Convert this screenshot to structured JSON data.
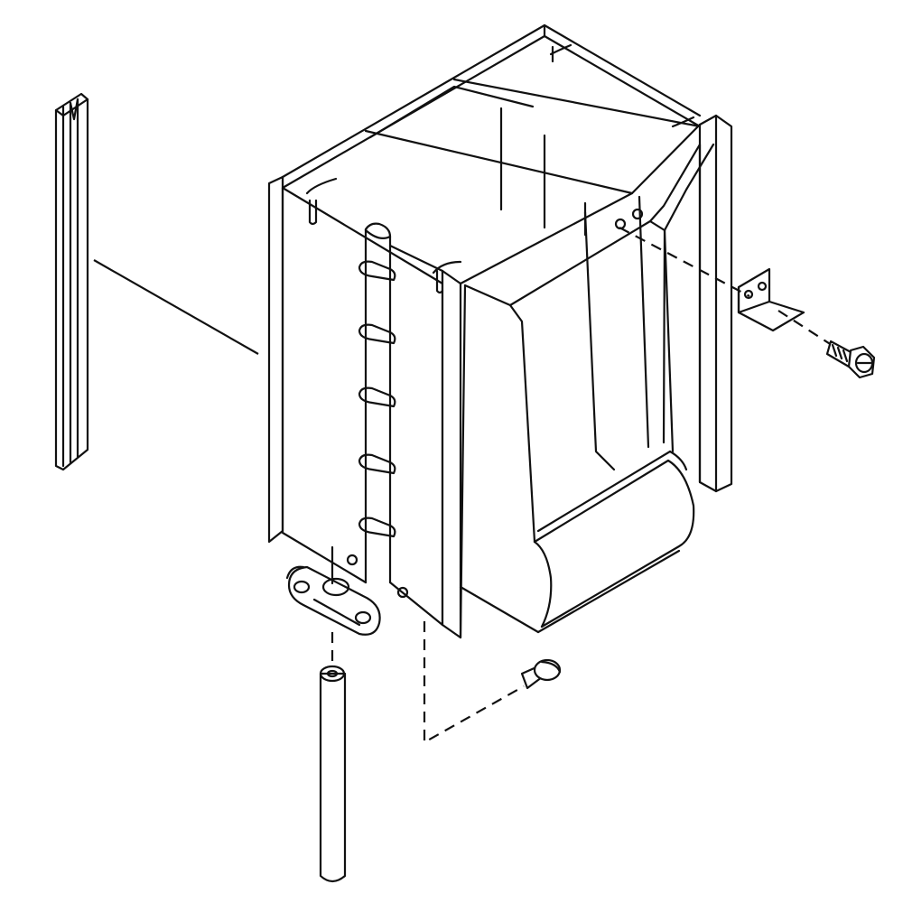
{
  "figure": {
    "ink": "#111111",
    "paper": "#ffffff"
  },
  "parts": [
    {
      "name": "gasket-strip",
      "icon": "gasket-strip-icon"
    },
    {
      "name": "cabinet-housing",
      "icon": "air-conditioner-cabinet-icon"
    },
    {
      "name": "hinge-bracket",
      "icon": "hinge-bracket-icon"
    },
    {
      "name": "pivot-pin",
      "icon": "pin-icon"
    },
    {
      "name": "shoulder-screw",
      "icon": "screw-icon"
    },
    {
      "name": "mounting-bracket",
      "icon": "angle-bracket-icon"
    },
    {
      "name": "hex-screw",
      "icon": "hex-screw-icon"
    }
  ]
}
